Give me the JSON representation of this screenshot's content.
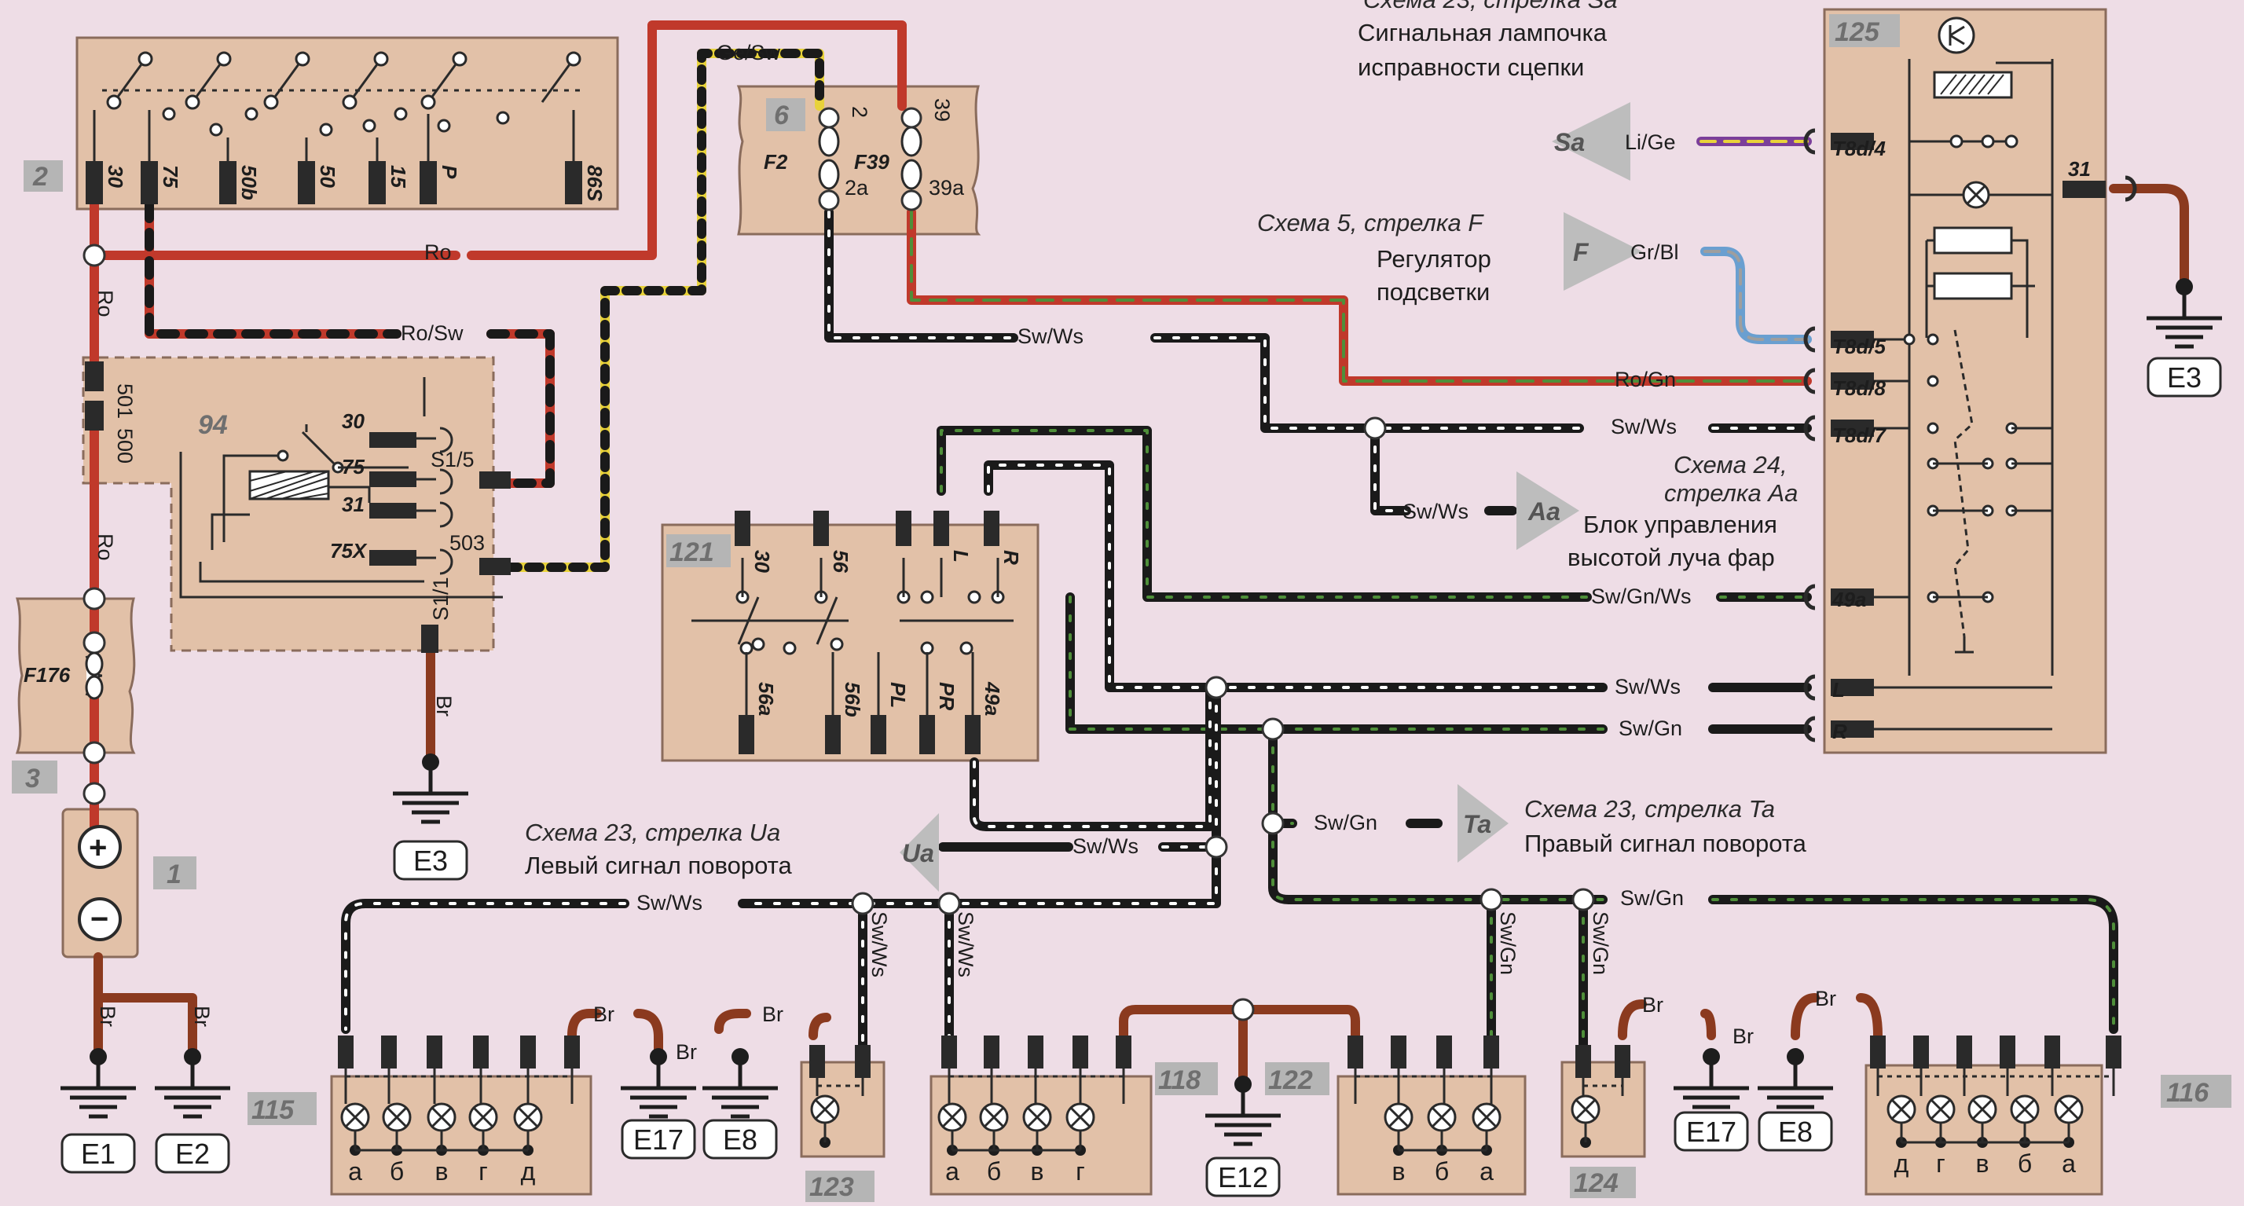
{
  "components": {
    "c2": "2",
    "c94": "94",
    "c3": "3",
    "c1": "1",
    "c6": "6",
    "c121": "121",
    "c125": "125",
    "c115": "115",
    "c123": "123",
    "c118": "118",
    "c122": "122",
    "c124": "124",
    "c116": "116"
  },
  "ignition_terminals": [
    "30",
    "75",
    "50b",
    "50",
    "15",
    "P",
    "86S"
  ],
  "relay94_terminals": [
    "30",
    "75",
    "31",
    "75X"
  ],
  "relay94_wire_pins": [
    "501",
    "500"
  ],
  "relay_connectors": {
    "s15": "S1/5",
    "s11": "S1/1",
    "p503": "503"
  },
  "fuses": {
    "f176": "F176",
    "f2": "F2",
    "f39": "F39",
    "f2_top": "2",
    "f2_bot": "2a",
    "f39_top": "39",
    "f39_bot": "39a"
  },
  "battery": {
    "plus": "+",
    "minus": "−"
  },
  "switch121_top": [
    "30",
    "56",
    "L",
    "R"
  ],
  "switch121_bottom": [
    "56a",
    "56b",
    "PL",
    "PR",
    "49a"
  ],
  "unit125_pins": [
    "T8d/4",
    "T8d/5",
    "T8d/8",
    "T8d/7",
    "49a",
    "L",
    "R",
    "31"
  ],
  "grounds": [
    "E1",
    "E2",
    "E3",
    "E3",
    "E17",
    "E8",
    "E12",
    "E17",
    "E8"
  ],
  "wires": {
    "ro": "Ro",
    "ro_v1": "Ro",
    "ro_v2": "Ro",
    "ro_sw": "Ro/Sw",
    "ge_sw": "Ge/Sw",
    "li_ge": "Li/Ge",
    "gr_bl": "Gr/Bl",
    "ro_gn": "Ro/Gn",
    "sw_ws_1": "Sw/Ws",
    "sw_ws_2": "Sw/Ws",
    "sw_ws_aa": "Sw/Ws",
    "sw_gn_ws": "Sw/Gn/Ws",
    "sw_ws_l": "Sw/Ws",
    "sw_gn_r": "Sw/Gn",
    "sw_ws_ua": "Sw/Ws",
    "sw_ws_bus": "Sw/Ws",
    "sw_gn_ta": "Sw/Gn",
    "sw_gn_bus": "Sw/Gn",
    "v_sw_ws_1": "Sw/Ws",
    "v_sw_ws_2": "Sw/Ws",
    "v_sw_gn_1": "Sw/Gn",
    "v_sw_gn_2": "Sw/Gn",
    "br_94": "Br",
    "br_e1": "Br",
    "br_e2": "Br",
    "br_115": "Br",
    "br_e17": "Br",
    "br_e8": "Br",
    "br_124": "Br",
    "br_e17b": "Br",
    "br_e8b": "Br"
  },
  "arrows": {
    "sa": "Sa",
    "f": "F",
    "aa": "Aa",
    "ua": "Ua",
    "ta": "Ta"
  },
  "notes": {
    "sa_ref": "Схема 23, стрелка Sa",
    "sa_1": "Сигнальная лампочка",
    "sa_2": "исправности сцепки",
    "f_ref": "Схема 5, стрелка F",
    "f_1": "Регулятор",
    "f_2": "подсветки",
    "aa_ref1": "Схема 24,",
    "aa_ref2": "стрелка Aa",
    "aa_1": "Блок управления",
    "aa_2": "высотой луча фар",
    "ua_ref": "Схема 23, стрелка Ua",
    "ua_1": "Левый сигнал поворота",
    "ta_ref": "Схема 23, стрелка Ta",
    "ta_1": "Правый сигнал поворота"
  },
  "lamp_letters": {
    "c115": [
      "а",
      "б",
      "в",
      "г",
      "д"
    ],
    "c118": [
      "а",
      "б",
      "в",
      "г"
    ],
    "c122": [
      "в",
      "б",
      "а"
    ],
    "c116": [
      "д",
      "г",
      "в",
      "б",
      "а"
    ]
  },
  "colors": {
    "background": "#eedde6",
    "box": "#e2c1a8",
    "red": "#c0392b",
    "black": "#1a1a1a",
    "yellow": "#e8d23a",
    "purple": "#7b3e9a",
    "blue": "#6a9fd0",
    "brown": "#8b3a1f",
    "green": "#4f8f3a"
  }
}
